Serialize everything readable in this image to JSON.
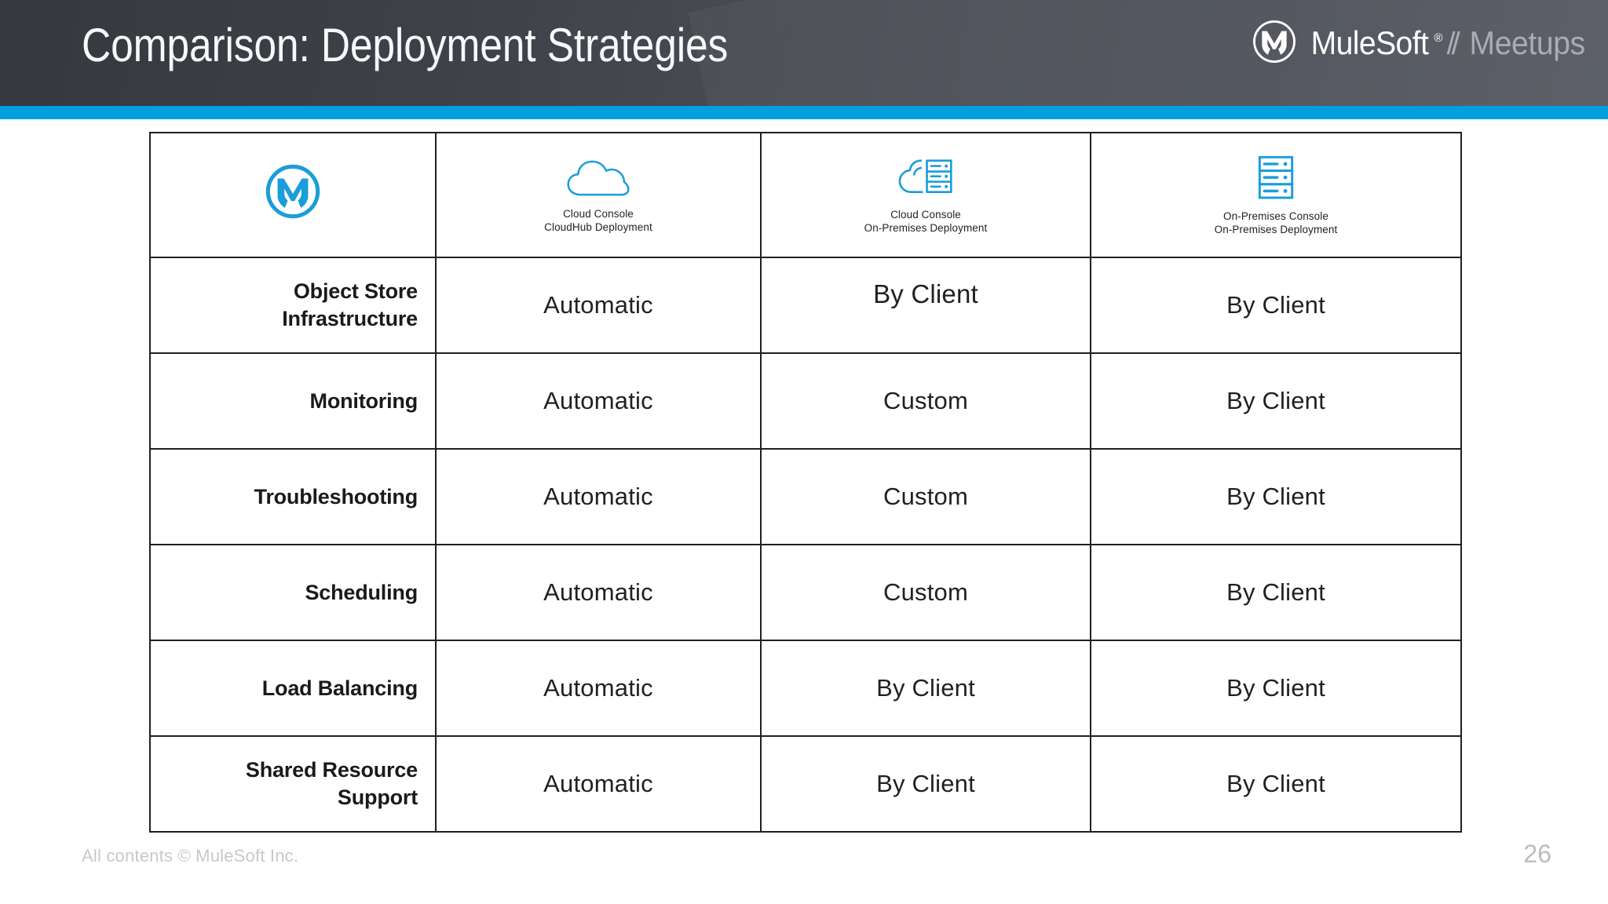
{
  "slide": {
    "title": "Comparison: Deployment Strategies",
    "accent_color": "#00a0df",
    "header_dark": "#3a3d42",
    "icon_blue": "#1b9dd9"
  },
  "brand": {
    "name": "MuleSoft",
    "registered": "®",
    "separator": "//",
    "sub": "Meetups"
  },
  "table": {
    "columns": [
      {
        "id": "feature",
        "icon": "mulesoft-logo-icon",
        "caption_line1": "",
        "caption_line2": ""
      },
      {
        "id": "cloudhub",
        "icon": "cloud-icon",
        "caption_line1": "Cloud Console",
        "caption_line2": "CloudHub Deployment"
      },
      {
        "id": "hybrid",
        "icon": "cloud-server-icon",
        "caption_line1": "Cloud Console",
        "caption_line2": "On-Premises Deployment"
      },
      {
        "id": "onprem",
        "icon": "server-rack-icon",
        "caption_line1": "On-Premises Console",
        "caption_line2": "On-Premises Deployment"
      }
    ],
    "rows": [
      {
        "label_line1": "Object Store",
        "label_line2": "Infrastructure",
        "cloudhub": "Automatic",
        "hybrid": "By Client",
        "onprem": "By Client"
      },
      {
        "label_line1": "Monitoring",
        "label_line2": "",
        "cloudhub": "Automatic",
        "hybrid": "Custom",
        "onprem": "By Client"
      },
      {
        "label_line1": "Troubleshooting",
        "label_line2": "",
        "cloudhub": "Automatic",
        "hybrid": "Custom",
        "onprem": "By Client"
      },
      {
        "label_line1": "Scheduling",
        "label_line2": "",
        "cloudhub": "Automatic",
        "hybrid": "Custom",
        "onprem": "By Client"
      },
      {
        "label_line1": "Load Balancing",
        "label_line2": "",
        "cloudhub": "Automatic",
        "hybrid": "By Client",
        "onprem": "By Client"
      },
      {
        "label_line1": "Shared Resource",
        "label_line2": "Support",
        "cloudhub": "Automatic",
        "hybrid": "By Client",
        "onprem": "By Client"
      }
    ]
  },
  "footer": {
    "copyright": "All contents © MuleSoft Inc.",
    "page_number": "26"
  }
}
